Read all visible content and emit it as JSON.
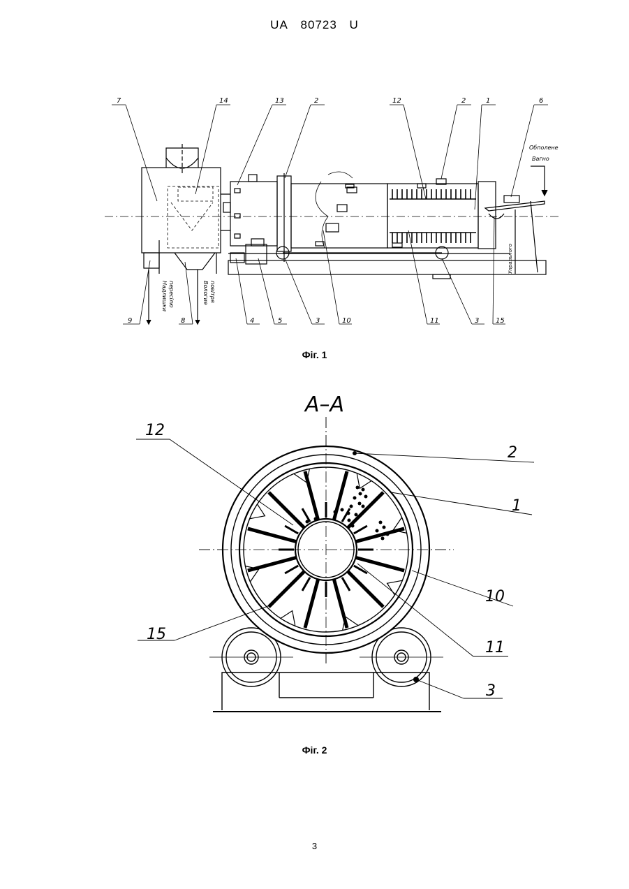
{
  "header": {
    "country": "UA",
    "number": "80723",
    "kind": "U"
  },
  "figure1": {
    "caption": "Фіг. 1",
    "labels": {
      "l7": "7",
      "l14": "14",
      "l13": "13",
      "l2a": "2",
      "l12": "12",
      "l2b": "2",
      "l1": "1",
      "l6": "6",
      "l9": "9",
      "l8": "8",
      "l4": "4",
      "l5": "5",
      "l3a": "3",
      "l10": "10",
      "l11": "11",
      "l3b": "3",
      "l15": "15"
    },
    "annotations": {
      "input_line1": "Обполене",
      "input_line2": "Вагно",
      "output_side": "Упрального",
      "out_left1": "Надлишки",
      "out_left2": "пересілю",
      "out_right1": "Вологие",
      "out_right2": "повітря"
    }
  },
  "figure2": {
    "caption": "Фіг. 2",
    "section": "А–А",
    "labels": {
      "l12": "12",
      "l2": "2",
      "l1": "1",
      "l10": "10",
      "l11": "11",
      "l15": "15",
      "l3": "3"
    }
  },
  "page_number": "3"
}
